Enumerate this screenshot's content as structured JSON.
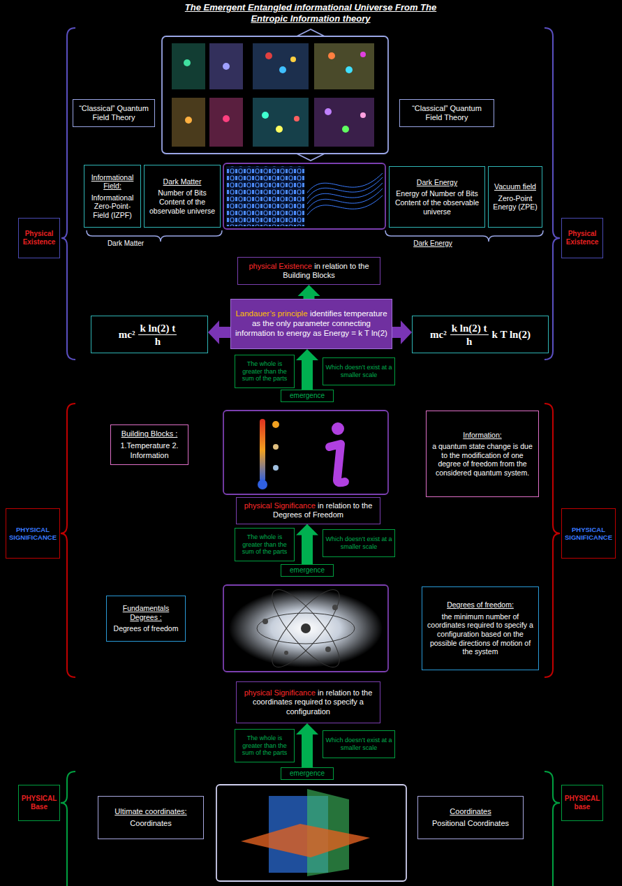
{
  "diagram": {
    "title": "The Emergent Entangled informational Universe From The Entropic Information theory",
    "nodes": [
      {
        "text": [
          "“Classical” Quantum Field Theory"
        ]
      },
      {
        "text": [
          "“Classical” Quantum Field Theory"
        ]
      },
      {
        "text": [
          "Informational Field:",
          "Informational Zero-Point-Field (IZPF)"
        ]
      },
      {
        "text": [
          "Dark Matter",
          "Number of Bits Content of the observable universe"
        ]
      },
      {
        "text": [
          "Dark Energy",
          "Energy of Number of Bits Content of the observable universe"
        ]
      },
      {
        "text": [
          "Vacuum field",
          "Zero-Point Energy (ZPE)"
        ]
      },
      {
        "text": [
          "Physical Existence"
        ]
      },
      {
        "text": [
          "Physical Existence"
        ]
      },
      {
        "text": [
          "physical Existence",
          "in relation to the Building Blocks"
        ]
      },
      {
        "text": [
          "Landauer’s principle",
          "identifies temperature as the only parameter connecting information to energy as Energy = k T ln(2)"
        ]
      },
      {
        "text": [
          "mc²",
          "k ln(2) t",
          "h"
        ]
      },
      {
        "text": [
          "mc²",
          "k ln(2) t",
          "h",
          "k T ln(2)"
        ]
      },
      {
        "text": [
          "The whole is greater than the sum of the parts"
        ]
      },
      {
        "text": [
          "Which doesn’t exist at a smaller scale"
        ]
      },
      {
        "text": [
          "emergence"
        ]
      },
      {
        "text": [
          "Building Blocks :",
          "1.Temperature 2. Information"
        ]
      },
      {
        "text": [
          "Information:",
          "a quantum state change is due to the modification of one degree of freedom from the considered quantum system."
        ]
      },
      {
        "text": [
          "PHYSICAL SIGNIFICANCE"
        ]
      },
      {
        "text": [
          "PHYSICAL SIGNIFICANCE"
        ]
      },
      {
        "text": [
          "physical Significance",
          "in relation to the Degrees of Freedom"
        ]
      },
      {
        "text": [
          "The whole is greater than the sum of the parts"
        ]
      },
      {
        "text": [
          "Which doesn’t exist at a smaller scale"
        ]
      },
      {
        "text": [
          "emergence"
        ]
      },
      {
        "text": [
          "Fundamentals Degrees :",
          "Degrees of freedom"
        ]
      },
      {
        "text": [
          "Degrees of freedom:",
          "the minimum number of coordinates required to specify a configuration based on the possible directions of motion of the system"
        ]
      },
      {
        "text": [
          "physical Significance",
          "in relation to the coordinates required to specify a configuration"
        ]
      },
      {
        "text": [
          "The whole is greater than the sum of the parts"
        ]
      },
      {
        "text": [
          "Which doesn’t exist at a smaller scale"
        ]
      },
      {
        "text": [
          "emergence"
        ]
      },
      {
        "text": [
          "PHYSICAL Base"
        ]
      },
      {
        "text": [
          "PHYSICAL base"
        ]
      },
      {
        "text": [
          "Ultimate coordinates:",
          "Coordinates"
        ]
      },
      {
        "text": [
          "Coordinates",
          "Positional Coordinates"
        ]
      }
    ],
    "edges": [
      {
        "from": 9,
        "to": 8,
        "arrow": "to"
      },
      {
        "from": 9,
        "to": 10,
        "arrow": "to"
      },
      {
        "from": 9,
        "to": 11,
        "arrow": "to"
      },
      {
        "from": 14,
        "to": 9,
        "arrow": "to"
      },
      {
        "from": 22,
        "to": 19,
        "arrow": "to"
      },
      {
        "from": 28,
        "to": 25,
        "arrow": "to"
      }
    ],
    "labels": [
      "Dark Matter",
      "Dark Energy"
    ]
  }
}
